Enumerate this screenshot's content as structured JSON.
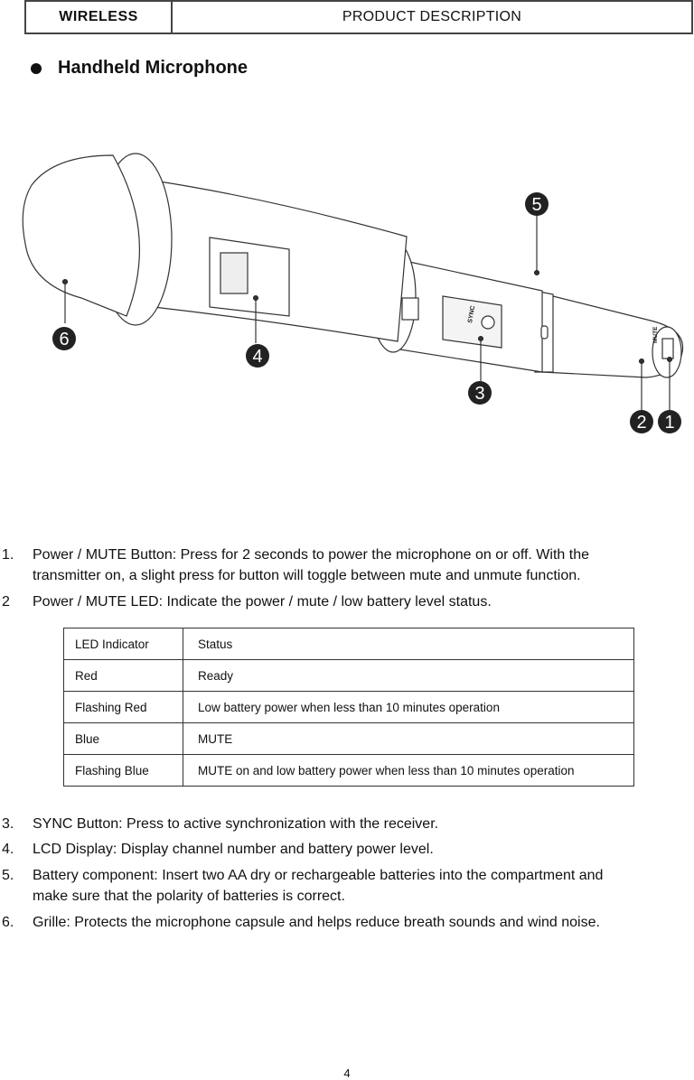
{
  "header": {
    "left": "WIRELESS",
    "right": "PRODUCT DESCRIPTION"
  },
  "section": {
    "title": "Handheld Microphone"
  },
  "diagram": {
    "callouts": [
      "1",
      "2",
      "3",
      "4",
      "5",
      "6"
    ],
    "sync_label": "SYNC",
    "mute_label": "MUTE"
  },
  "items": [
    {
      "num": "1.",
      "lines": [
        "Power / MUTE Button: Press for 2 seconds to power the microphone on or off.  With the",
        "transmitter on, a slight press for button will toggle between mute and unmute function."
      ]
    },
    {
      "num": "2",
      "lines": [
        "Power / MUTE LED: Indicate the power / mute / low battery level status."
      ]
    },
    {
      "num": "3.",
      "lines": [
        "SYNC Button:  Press to active synchronization with the receiver."
      ]
    },
    {
      "num": "4.",
      "lines": [
        "LCD Display:  Display channel number and battery power level."
      ]
    },
    {
      "num": "5.",
      "lines": [
        "Battery component: Insert two AA dry or rechargeable batteries into the compartment and",
        "make sure that the polarity of batteries is correct."
      ]
    },
    {
      "num": "6.",
      "lines": [
        "Grille:  Protects the microphone capsule and helps reduce breath sounds and wind noise."
      ]
    }
  ],
  "led_table": {
    "header": [
      "LED Indicator",
      "Status"
    ],
    "rows": [
      [
        "Red",
        "Ready"
      ],
      [
        "Flashing Red",
        "Low battery power when less than 10 minutes operation"
      ],
      [
        "Blue",
        "MUTE"
      ],
      [
        "Flashing Blue",
        "MUTE on and low battery power when less than 10 minutes operation"
      ]
    ]
  },
  "page_number": "4"
}
